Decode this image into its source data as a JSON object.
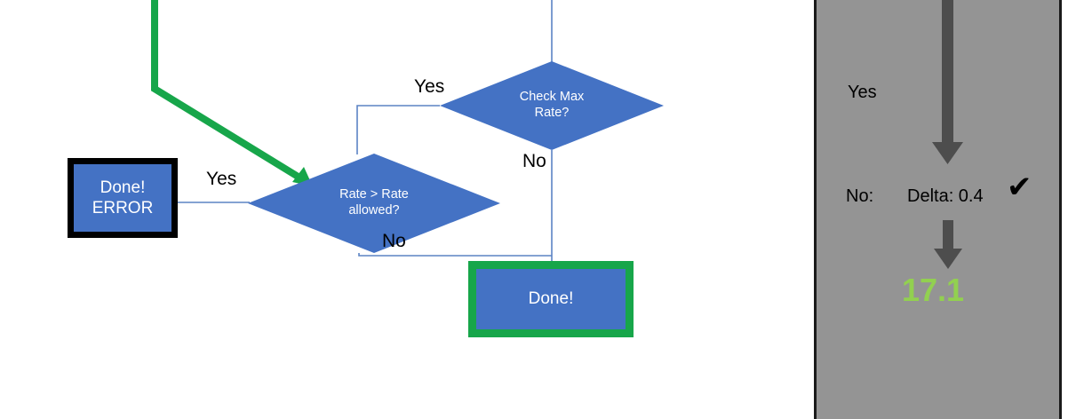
{
  "colors": {
    "node_fill": "#4472C4",
    "node_text": "#FFFFFF",
    "connector": "#5B84C4",
    "highlight_green": "#17A64A",
    "error_border": "#000000",
    "panel_bg": "#949494",
    "panel_arrow": "#4D4D4D",
    "value_green": "#92D050",
    "canvas_bg": "#FFFFFF"
  },
  "flowchart": {
    "nodes": [
      {
        "id": "done-error",
        "shape": "rectangle",
        "label": "Done!\nERROR",
        "border": "black-thick"
      },
      {
        "id": "rate-check",
        "shape": "diamond",
        "label": "Rate > Rate\nallowed?"
      },
      {
        "id": "check-max-rate",
        "shape": "diamond",
        "label": "Check Max\nRate?"
      },
      {
        "id": "done",
        "shape": "rectangle",
        "label": "Done!",
        "border": "green-thick"
      }
    ],
    "edge_labels": {
      "yes_to_error": "Yes",
      "no_from_rate": "No",
      "yes_to_rate": "Yes",
      "no_from_max": "No"
    }
  },
  "panel": {
    "yes_label": "Yes",
    "no_label": "No:",
    "delta_label": "Delta: 0.4",
    "check_mark": "✔",
    "result_value": "17.1"
  }
}
